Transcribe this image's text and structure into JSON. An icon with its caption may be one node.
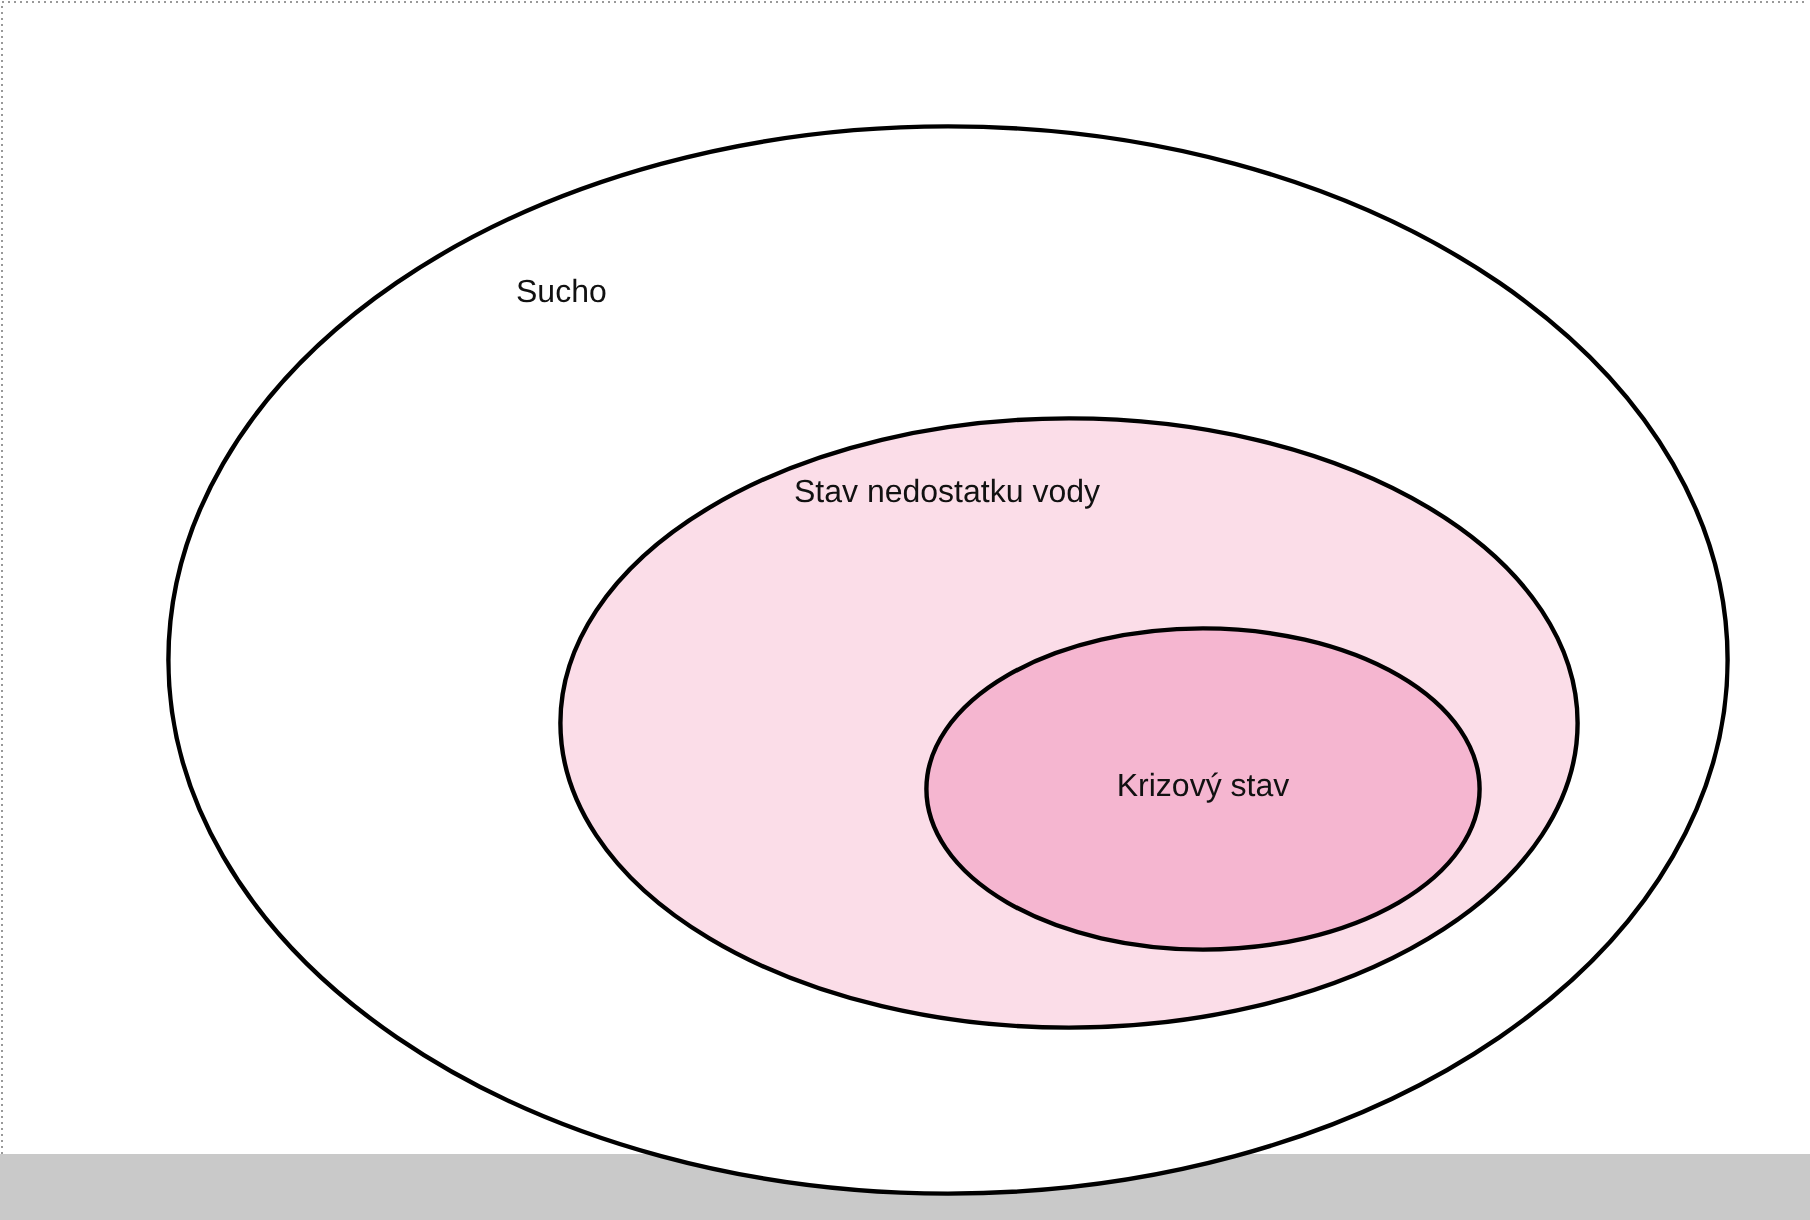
{
  "diagram": {
    "nodes": [
      {
        "text": [
          "Sucho"
        ]
      },
      {
        "text": [
          "Stav nedostatku vody"
        ],
        "in": 0
      },
      {
        "text": [
          "Krizový stav"
        ],
        "in": 1
      }
    ]
  }
}
